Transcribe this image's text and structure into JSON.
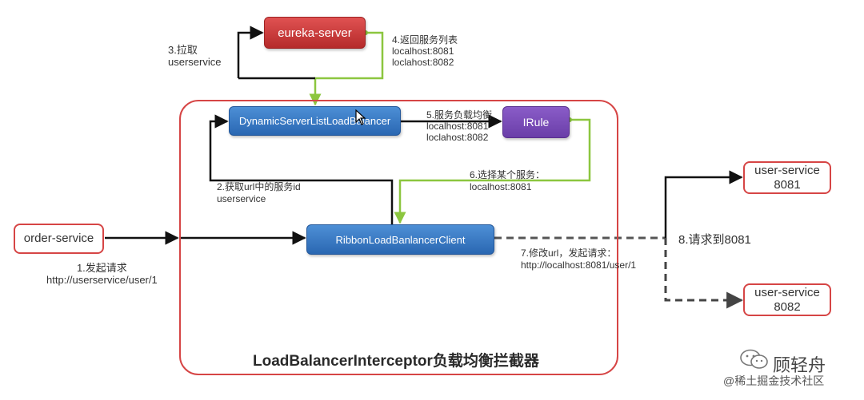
{
  "frame": {
    "title": "LoadBalancerInterceptor负载均衡拦截器"
  },
  "nodes": {
    "eureka": "eureka-server",
    "dynamic_lb": "DynamicServerListLoadBalancer",
    "irule": "IRule",
    "ribbon_client": "RibbonLoadBanlancerClient",
    "order_service": "order-service",
    "user_service_1": [
      "user-service",
      "8081"
    ],
    "user_service_2": [
      "user-service",
      "8082"
    ]
  },
  "steps": {
    "s1": [
      "1.发起请求",
      "http://userservice/user/1"
    ],
    "s2": [
      "2.获取url中的服务id",
      "userservice"
    ],
    "s3": [
      "3.拉取",
      "userservice"
    ],
    "s4": [
      "4.返回服务列表",
      "localhost:8081",
      "loclahost:8082"
    ],
    "s5": [
      "5.服务负载均衡",
      "localhost:8081",
      "loclahost:8082"
    ],
    "s6": [
      "6.选择某个服务：",
      "localhost:8081"
    ],
    "s7": [
      "7.修改url，发起请求：",
      "http://localhost:8081/user/1"
    ],
    "s8": "8.请求到8081"
  },
  "watermark": {
    "name": "顾轻舟",
    "sub": "@稀土掘金技术社区"
  },
  "colors": {
    "frame_border": "#d64545",
    "green_line": "#8cc63f",
    "black_line": "#111111",
    "dashed_line": "#555555",
    "eureka_fill": "#c93838",
    "irule_fill": "#7a4db8",
    "blue_fill": "#3a7bc8"
  }
}
